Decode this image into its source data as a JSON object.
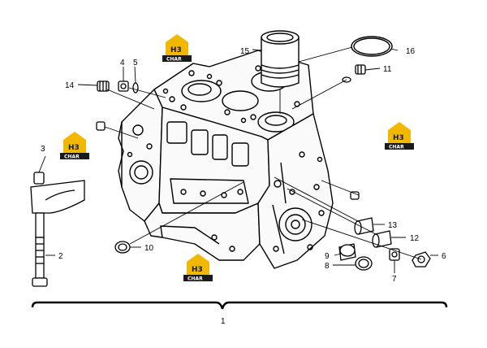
{
  "diagram": {
    "callouts": [
      {
        "id": "c1",
        "text": "1"
      },
      {
        "id": "c2",
        "text": "2"
      },
      {
        "id": "c3",
        "text": "3"
      },
      {
        "id": "c4",
        "text": "4"
      },
      {
        "id": "c5",
        "text": "5"
      },
      {
        "id": "c6",
        "text": "6"
      },
      {
        "id": "c7",
        "text": "7"
      },
      {
        "id": "c8",
        "text": "8"
      },
      {
        "id": "c9",
        "text": "9"
      },
      {
        "id": "c10",
        "text": "10"
      },
      {
        "id": "c11",
        "text": "11"
      },
      {
        "id": "c12",
        "text": "12"
      },
      {
        "id": "c13",
        "text": "13"
      },
      {
        "id": "c14",
        "text": "14"
      },
      {
        "id": "c15",
        "text": "15"
      },
      {
        "id": "c16",
        "text": "16"
      }
    ]
  },
  "watermark": {
    "logo_letters": "H3",
    "logo_text": "CHAR",
    "colors": {
      "accent": "#f2b800",
      "dark": "#1a1a1a"
    }
  }
}
